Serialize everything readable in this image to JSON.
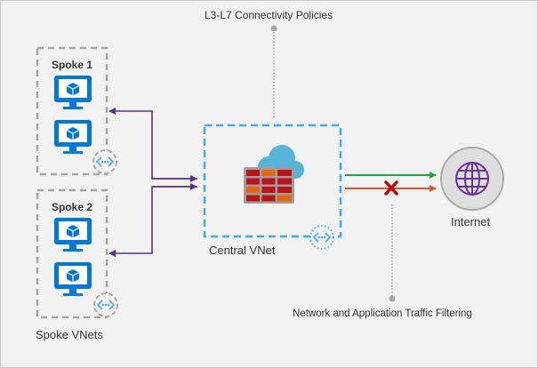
{
  "diagram": {
    "top_annotation": "L3-L7 Connectivity Policies",
    "bottom_annotation": "Network and Application Traffic Filtering",
    "spokes": [
      {
        "title": "Spoke 1",
        "vm_count": 2
      },
      {
        "title": "Spoke 2",
        "vm_count": 2
      }
    ],
    "spoke_group_label": "Spoke VNets",
    "central_label": "Central VNet",
    "internet_label": "Internet",
    "icons": {
      "vm": "virtual-machine-icon",
      "firewall": "firewall-icon",
      "cloud": "cloud-icon",
      "vnet_peering": "vnet-peering-icon",
      "globe": "globe-icon",
      "block": "blocked-x-icon"
    },
    "colors": {
      "spoke_border": "#a6a6a6",
      "central_border": "#3fa9f5",
      "vm_blue": "#0078d7",
      "arrow_purple": "#5c2d91",
      "allowed_green": "#1aab40",
      "blocked_orange": "#e8542a",
      "block_x": "#c00000",
      "globe_purple": "#6b2fa0"
    }
  }
}
